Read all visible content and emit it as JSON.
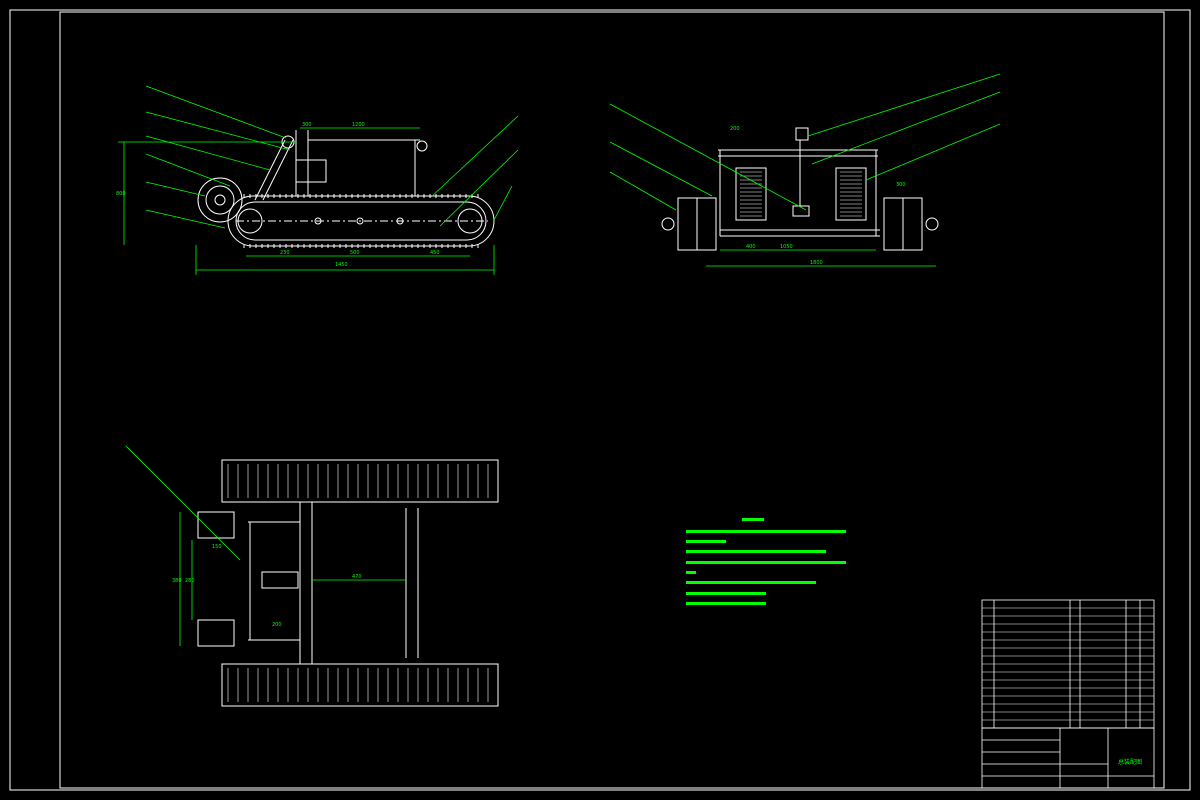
{
  "drawing": {
    "line_color": "#ffffff",
    "dim_color": "#00ff00",
    "background": "#000000"
  },
  "side_view": {
    "overall_length": "1450",
    "height": "800",
    "dim_a": "230",
    "dim_b": "500",
    "dim_c": "450",
    "dim_top": "300",
    "dim_top2": "1200"
  },
  "front_view": {
    "width": "1800",
    "inner_width": "1050",
    "dim_left": "200",
    "dim_mid": "400",
    "dim_right": "300"
  },
  "top_view": {
    "span": "470",
    "dim_a": "380",
    "dim_b": "280",
    "dim_c": "200",
    "dim_d": "150"
  },
  "title_block": {
    "drawing_name": "总装配图"
  }
}
